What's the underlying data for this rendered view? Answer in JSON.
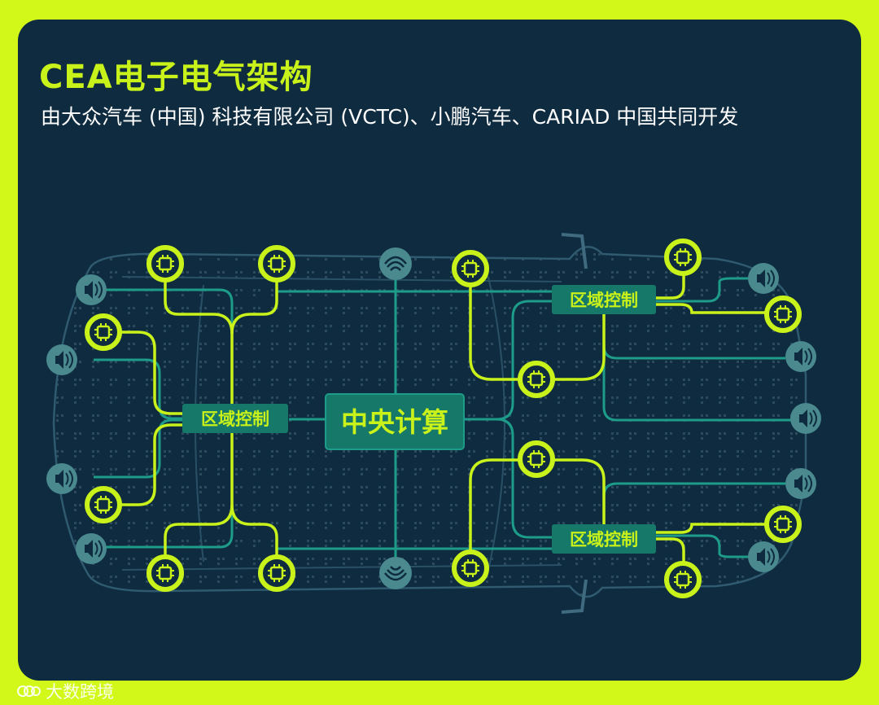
{
  "header": {
    "title": "CEA电子电气架构",
    "subtitle": "由大众汽车 (中国) 科技有限公司 (VCTC)、小鹏汽车、CARIAD 中国共同开发"
  },
  "diagram": {
    "central": "中央计算",
    "zones": [
      "区域控制",
      "区域控制",
      "区域控制"
    ],
    "colors": {
      "background": "#0e2b3f",
      "border": "#d2f81a",
      "accent_line": "#c9f21a",
      "teal_line": "#1e9c8a",
      "box_fill": "#157868",
      "sensor_fill": "#4a8a8f"
    },
    "icons": {
      "controller": "chip-icon",
      "sensor": "speaker-icon",
      "antenna": "antenna-icon"
    }
  },
  "watermark": {
    "text": "大数跨境"
  }
}
